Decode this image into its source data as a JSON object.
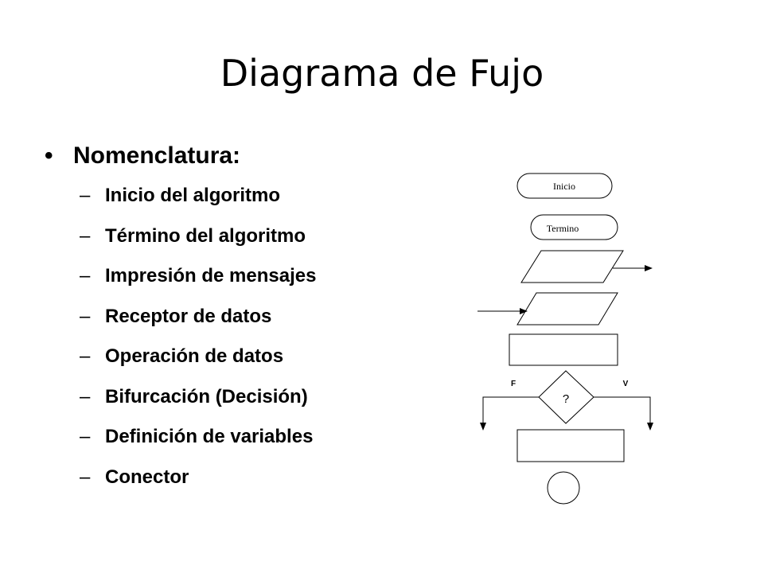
{
  "slide": {
    "title": "Diagrama de Fujo",
    "main_bullet": "Nomenclatura:",
    "items": [
      "Inicio del algoritmo",
      "Término del algoritmo",
      "Impresión de mensajes",
      "Receptor de datos",
      "Operación de datos",
      "Bifurcación (Decisión)",
      "Definición de variables",
      "Conector"
    ]
  },
  "diagram": {
    "start_label": "Inicio",
    "end_label": "Termino",
    "decision_label": "?",
    "false_label": "F",
    "true_label": "V"
  }
}
